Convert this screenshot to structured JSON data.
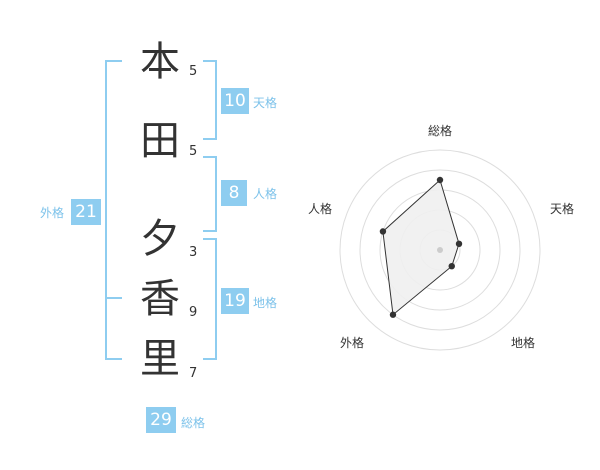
{
  "name": {
    "characters": [
      {
        "char": "本",
        "strokes": "5"
      },
      {
        "char": "田",
        "strokes": "5"
      },
      {
        "char": "夕",
        "strokes": "3"
      },
      {
        "char": "香",
        "strokes": "9"
      },
      {
        "char": "里",
        "strokes": "7"
      }
    ]
  },
  "fortunes": {
    "tenkaku": {
      "label": "天格",
      "value": "10"
    },
    "jinkaku": {
      "label": "人格",
      "value": "8"
    },
    "chikaku": {
      "label": "地格",
      "value": "19"
    },
    "gaikaku": {
      "label": "外格",
      "value": "21"
    },
    "soukaku": {
      "label": "総格",
      "value": "29"
    }
  },
  "radar": {
    "axis_labels": [
      "総格",
      "天格",
      "地格",
      "外格",
      "人格"
    ],
    "levels": 5,
    "values": [
      3.5,
      1.0,
      1.0,
      4.0,
      3.0
    ],
    "colors": {
      "grid": "#dddddd",
      "fill": "#efefef",
      "line": "#333333",
      "point": "#333333",
      "center": "#cccccc"
    }
  },
  "colors": {
    "accent": "#8ecdf0"
  }
}
